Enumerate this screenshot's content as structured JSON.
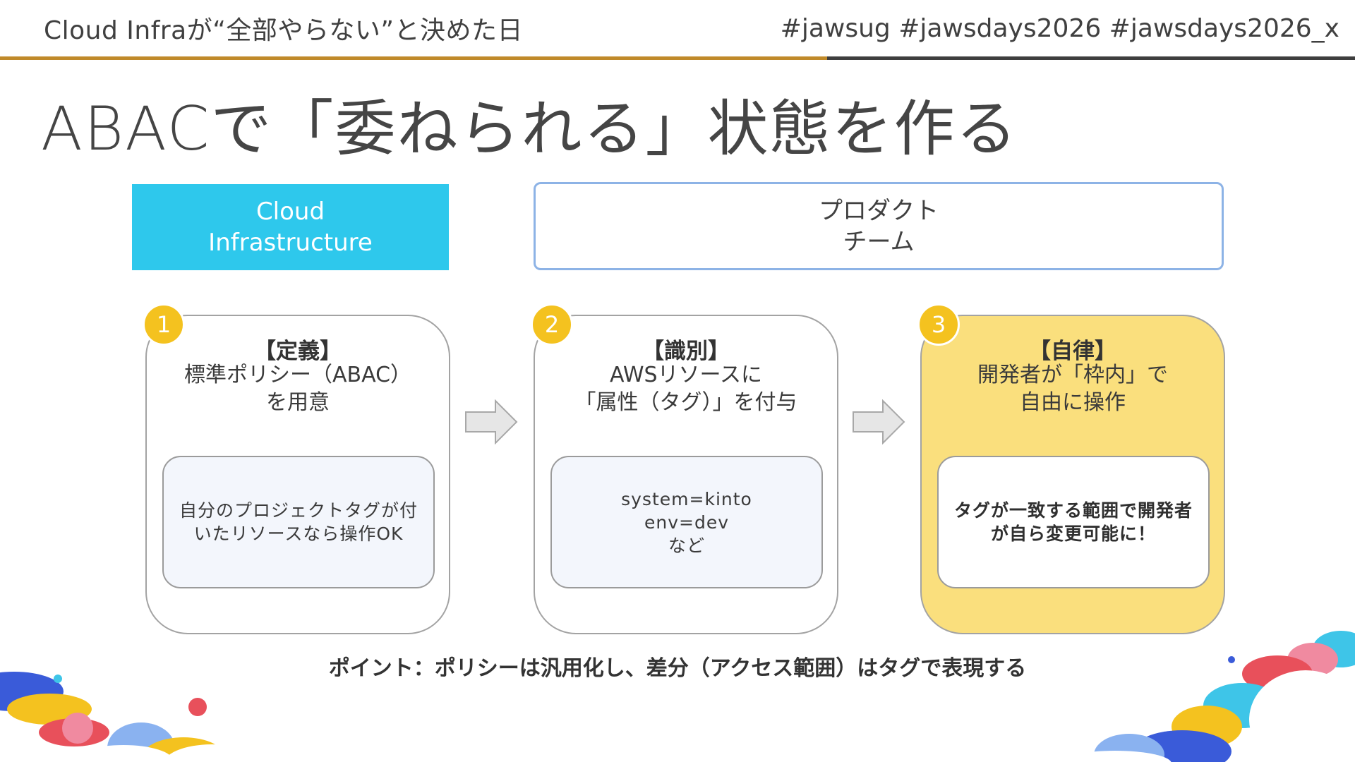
{
  "header": {
    "subtitle": "Cloud Infraが“全部やらない”と決めた日",
    "hashtags": "#jawsug #jawsdays2026 #jawsdays2026_x"
  },
  "slide": {
    "title": "ABACで「委ねられる」状態を作る"
  },
  "teams": {
    "cloud_infra": "Cloud\nInfrastructure",
    "product": "プロダクト\nチーム"
  },
  "steps": [
    {
      "number": "1",
      "heading": "【定義】",
      "desc": "標準ポリシー（ABAC）\nを用意",
      "detail": "自分のプロジェクトタグが付いたリソースなら操作OK"
    },
    {
      "number": "2",
      "heading": "【識別】",
      "desc": "AWSリソースに\n「属性（タグ）」を付与",
      "detail": "system=kinto\nenv=dev\nなど"
    },
    {
      "number": "3",
      "heading": "【自律】",
      "desc": "開発者が「枠内」で\n自由に操作",
      "detail": "タグが一致する範囲で開発者が自ら変更可能に！"
    }
  ],
  "footer": {
    "note": "ポイント：ポリシーは汎用化し、差分（アクセス範囲）はタグで表現する"
  },
  "colors": {
    "gold_rule": "#c08a2a",
    "cloud_box": "#2ec8ec",
    "product_border": "#8db3e6",
    "step_badge": "#f4c21f",
    "highlight_card": "#fadf7d"
  }
}
